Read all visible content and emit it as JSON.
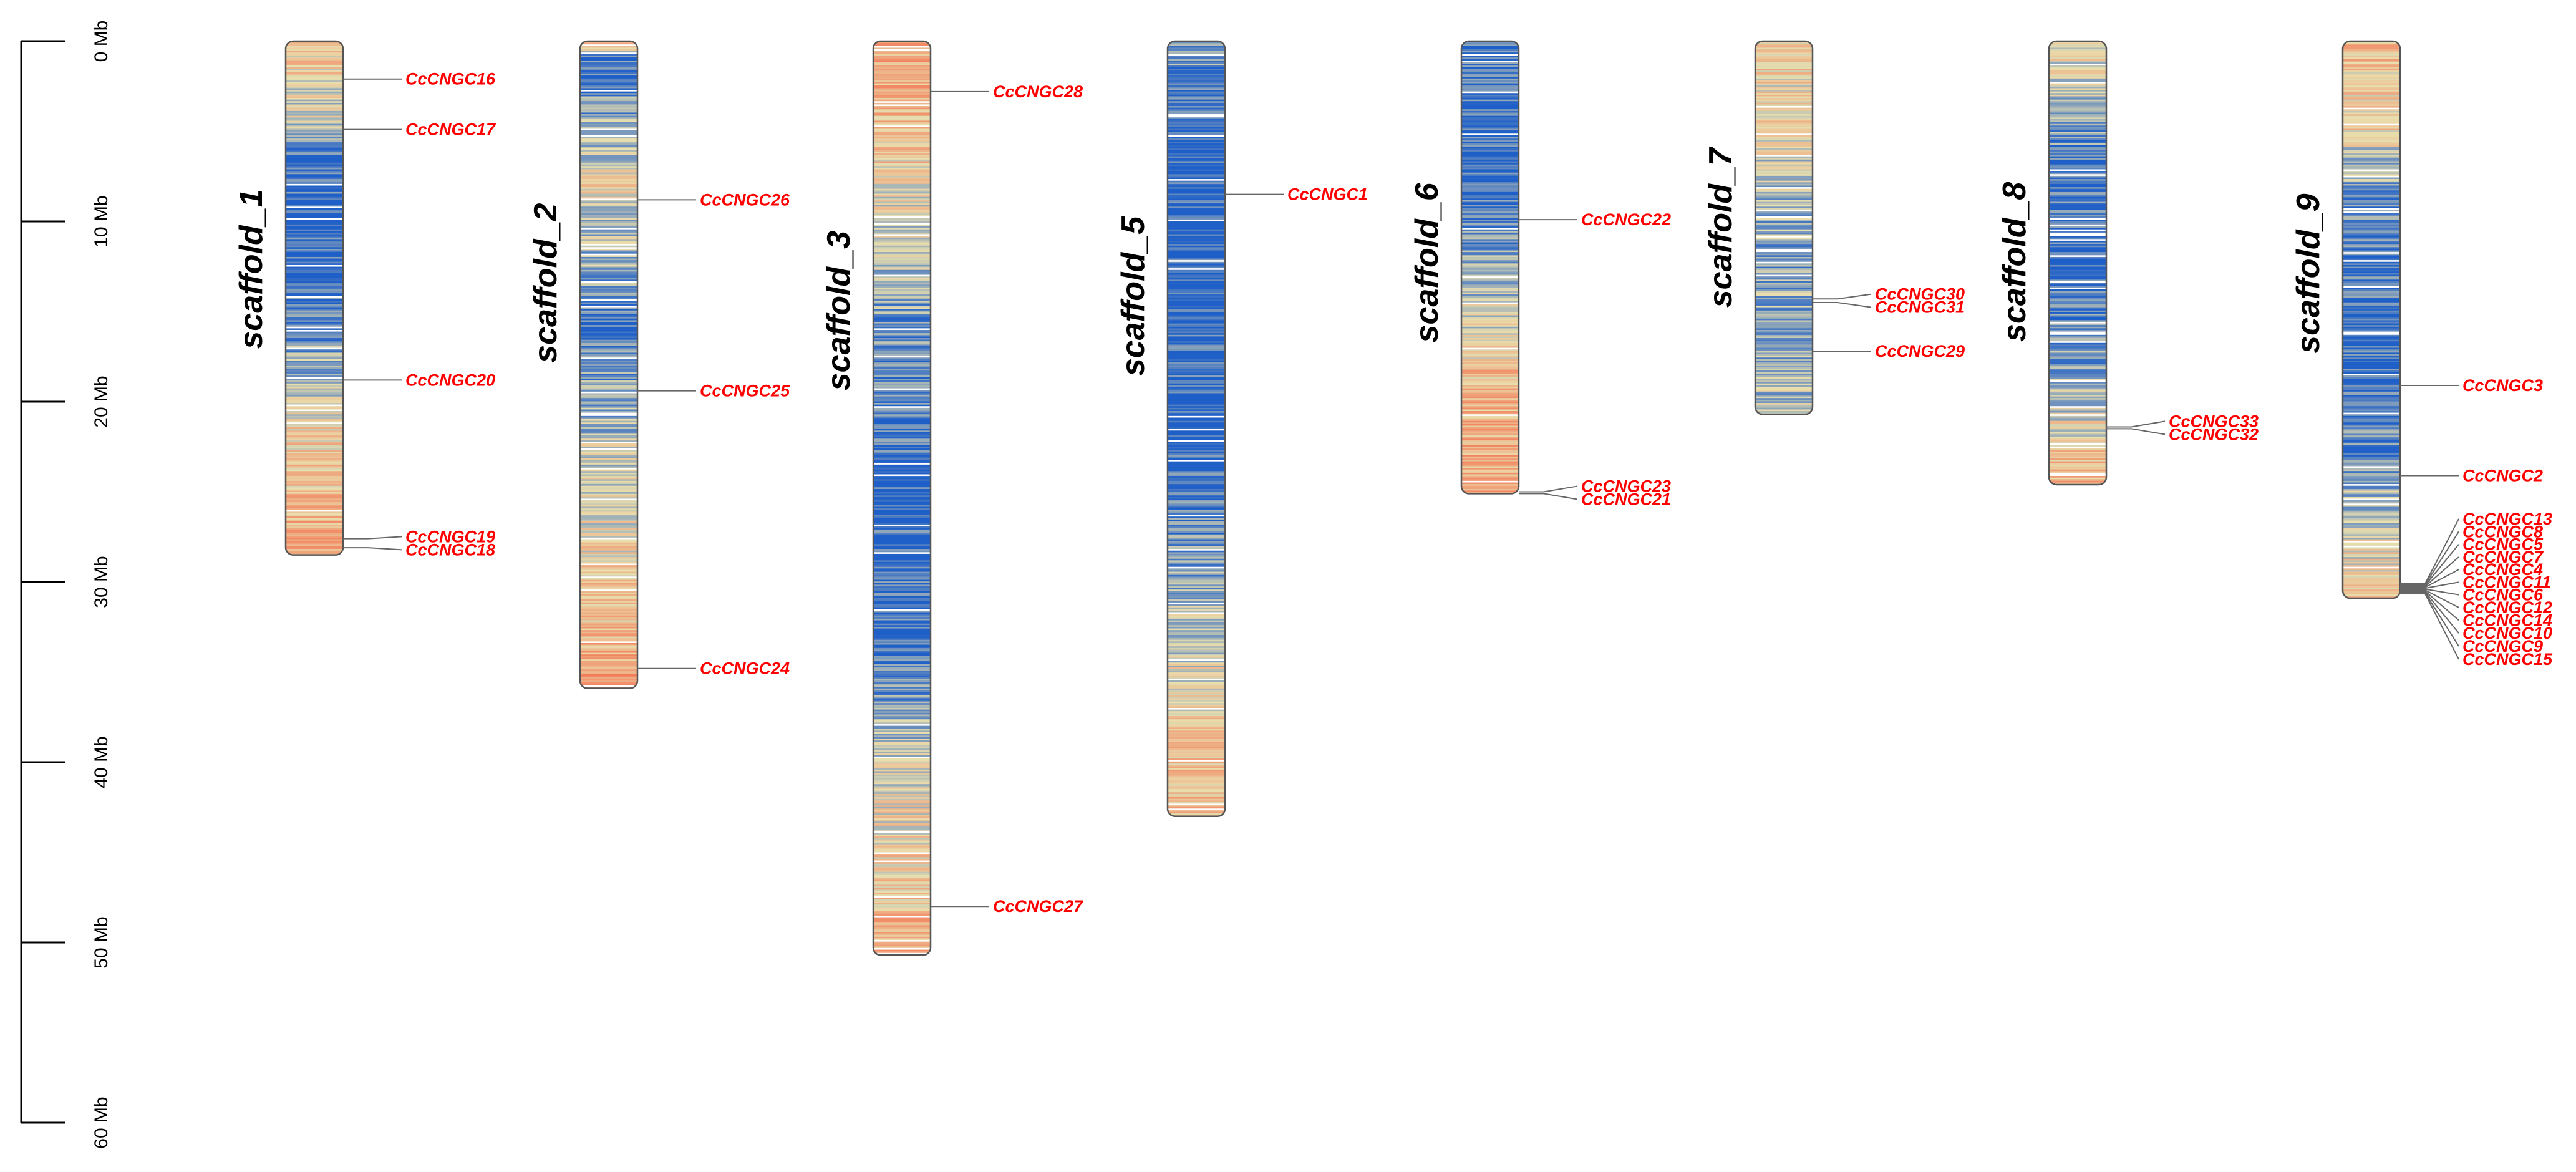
{
  "scale_bar": {
    "unit": "Mb",
    "ticks": [
      "0 Mb",
      "10 Mb",
      "20 Mb",
      "30 Mb",
      "40 Mb",
      "50 Mb",
      "60 Mb"
    ],
    "tick_values": [
      0,
      10,
      20,
      30,
      40,
      50,
      60
    ]
  },
  "colors": {
    "gene_label": "#ff0000",
    "leader_line": "#666666",
    "outline": "#555555",
    "density_low": "#1f5fc8",
    "density_mid": "#e9dfae",
    "density_high": "#f37d5a"
  },
  "chromosomes": [
    {
      "name": "scaffold_1",
      "length_mb": 28.5,
      "profile": [
        [
          0,
          0.65
        ],
        [
          2,
          0.55
        ],
        [
          5,
          0.35
        ],
        [
          6,
          0.1
        ],
        [
          9,
          0.05
        ],
        [
          14,
          0.1
        ],
        [
          17,
          0.25
        ],
        [
          20,
          0.45
        ],
        [
          23,
          0.62
        ],
        [
          26,
          0.7
        ],
        [
          28.5,
          0.72
        ]
      ],
      "genes": [
        {
          "name": "CcCNGC16",
          "pos": 2.1
        },
        {
          "name": "CcCNGC17",
          "pos": 4.9
        },
        {
          "name": "CcCNGC20",
          "pos": 18.8
        },
        {
          "name": "CcCNGC19",
          "pos": 27.6
        },
        {
          "name": "CcCNGC18",
          "pos": 28.1
        }
      ]
    },
    {
      "name": "scaffold_2",
      "length_mb": 35.9,
      "profile": [
        [
          0,
          0.7
        ],
        [
          1,
          0.1
        ],
        [
          6,
          0.35
        ],
        [
          8,
          0.5
        ],
        [
          12,
          0.3
        ],
        [
          16,
          0.1
        ],
        [
          20,
          0.3
        ],
        [
          24,
          0.45
        ],
        [
          28,
          0.55
        ],
        [
          32,
          0.65
        ],
        [
          35.9,
          0.85
        ]
      ],
      "genes": [
        {
          "name": "CcCNGC26",
          "pos": 8.8
        },
        {
          "name": "CcCNGC25",
          "pos": 19.4
        },
        {
          "name": "CcCNGC24",
          "pos": 34.8
        }
      ]
    },
    {
      "name": "scaffold_3",
      "length_mb": 50.7,
      "profile": [
        [
          0,
          0.8
        ],
        [
          4,
          0.7
        ],
        [
          8,
          0.55
        ],
        [
          12,
          0.4
        ],
        [
          16,
          0.2
        ],
        [
          24,
          0.05
        ],
        [
          34,
          0.1
        ],
        [
          38,
          0.3
        ],
        [
          42,
          0.5
        ],
        [
          46,
          0.62
        ],
        [
          50.7,
          0.75
        ]
      ],
      "genes": [
        {
          "name": "CcCNGC28",
          "pos": 2.8
        },
        {
          "name": "CcCNGC27",
          "pos": 48.0
        }
      ]
    },
    {
      "name": "scaffold_5",
      "length_mb": 43.0,
      "profile": [
        [
          0,
          0.3
        ],
        [
          4,
          0.05
        ],
        [
          12,
          0.02
        ],
        [
          20,
          0.05
        ],
        [
          25,
          0.1
        ],
        [
          30,
          0.3
        ],
        [
          34,
          0.45
        ],
        [
          38,
          0.6
        ],
        [
          43,
          0.7
        ]
      ],
      "genes": [
        {
          "name": "CcCNGC1",
          "pos": 8.5
        }
      ]
    },
    {
      "name": "scaffold_6",
      "length_mb": 25.1,
      "profile": [
        [
          0,
          0.1
        ],
        [
          6,
          0.05
        ],
        [
          10,
          0.15
        ],
        [
          13,
          0.3
        ],
        [
          16,
          0.5
        ],
        [
          18,
          0.65
        ],
        [
          22,
          0.75
        ],
        [
          25.1,
          0.8
        ]
      ],
      "genes": [
        {
          "name": "CcCNGC22",
          "pos": 9.9
        },
        {
          "name": "CcCNGC23",
          "pos": 25.0
        },
        {
          "name": "CcCNGC21",
          "pos": 25.1
        }
      ]
    },
    {
      "name": "scaffold_7",
      "length_mb": 20.7,
      "profile": [
        [
          0,
          0.6
        ],
        [
          4,
          0.55
        ],
        [
          8,
          0.35
        ],
        [
          12,
          0.25
        ],
        [
          16,
          0.3
        ],
        [
          20.7,
          0.35
        ]
      ],
      "genes": [
        {
          "name": "CcCNGC30",
          "pos": 14.3
        },
        {
          "name": "CcCNGC31",
          "pos": 14.5
        },
        {
          "name": "CcCNGC29",
          "pos": 17.2
        }
      ]
    },
    {
      "name": "scaffold_8",
      "length_mb": 24.6,
      "profile": [
        [
          0,
          0.6
        ],
        [
          3,
          0.35
        ],
        [
          7,
          0.1
        ],
        [
          12,
          0.05
        ],
        [
          16,
          0.15
        ],
        [
          20,
          0.4
        ],
        [
          22,
          0.55
        ],
        [
          24.6,
          0.75
        ]
      ],
      "genes": [
        {
          "name": "CcCNGC33",
          "pos": 21.4
        },
        {
          "name": "CcCNGC32",
          "pos": 21.5
        }
      ]
    },
    {
      "name": "scaffold_9",
      "length_mb": 30.9,
      "profile": [
        [
          0,
          0.65
        ],
        [
          5,
          0.55
        ],
        [
          8,
          0.25
        ],
        [
          12,
          0.1
        ],
        [
          18,
          0.05
        ],
        [
          23,
          0.2
        ],
        [
          27,
          0.45
        ],
        [
          30.9,
          0.6
        ]
      ],
      "genes": [
        {
          "name": "CcCNGC3",
          "pos": 19.1
        },
        {
          "name": "CcCNGC2",
          "pos": 24.1
        },
        {
          "name": "CcCNGC13",
          "pos": 30.1
        },
        {
          "name": "CcCNGC8",
          "pos": 30.15
        },
        {
          "name": "CcCNGC5",
          "pos": 30.2
        },
        {
          "name": "CcCNGC7",
          "pos": 30.25
        },
        {
          "name": "CcCNGC4",
          "pos": 30.3
        },
        {
          "name": "CcCNGC11",
          "pos": 30.35
        },
        {
          "name": "CcCNGC6",
          "pos": 30.4
        },
        {
          "name": "CcCNGC12",
          "pos": 30.45
        },
        {
          "name": "CcCNGC14",
          "pos": 30.5
        },
        {
          "name": "CcCNGC10",
          "pos": 30.55
        },
        {
          "name": "CcCNGC9",
          "pos": 30.6
        },
        {
          "name": "CcCNGC15",
          "pos": 30.65
        }
      ]
    }
  ]
}
